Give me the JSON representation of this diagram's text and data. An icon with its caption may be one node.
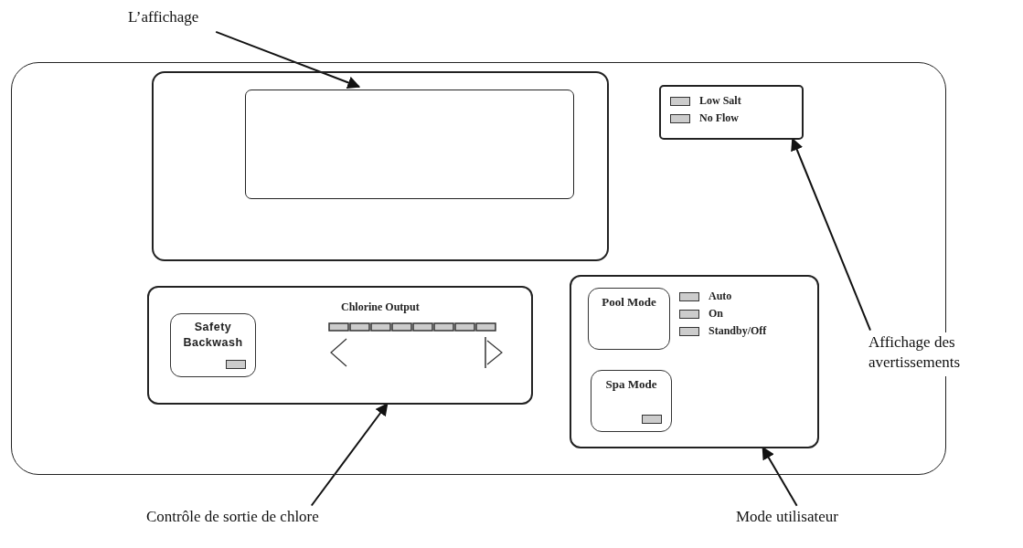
{
  "diagram": {
    "nodes": [
      {
        "text": [],
        "shape": "box"
      },
      {
        "text": [],
        "shape": "box",
        "in": 0
      },
      {
        "text": [],
        "shape": "box",
        "in": 1
      },
      {
        "text": [
          "Low Salt",
          "No Flow"
        ],
        "in": 0
      },
      {
        "text": [
          "Chlorine Output"
        ],
        "in": 0
      },
      {
        "text": [
          "Safety Backwash"
        ],
        "in": 4
      },
      {
        "text": [
          "Auto",
          "On",
          "Standby/Off"
        ],
        "in": 0
      },
      {
        "text": [
          "Pool Mode"
        ],
        "in": 6
      },
      {
        "text": [
          "Spa Mode"
        ],
        "in": 6
      },
      {
        "text": [
          "L’affichage"
        ]
      },
      {
        "text": [
          "Affichage des avertissements"
        ]
      },
      {
        "text": [
          "Contrôle de sortie de chlore"
        ]
      },
      {
        "text": [
          "Mode utilisateur"
        ]
      }
    ],
    "edges": [
      {
        "from": 9,
        "to": 2,
        "arrow": "to"
      },
      {
        "from": 10,
        "to": 3,
        "arrow": "to"
      },
      {
        "from": 11,
        "to": 4,
        "arrow": "to"
      },
      {
        "from": 12,
        "to": 6,
        "arrow": "to"
      }
    ]
  }
}
